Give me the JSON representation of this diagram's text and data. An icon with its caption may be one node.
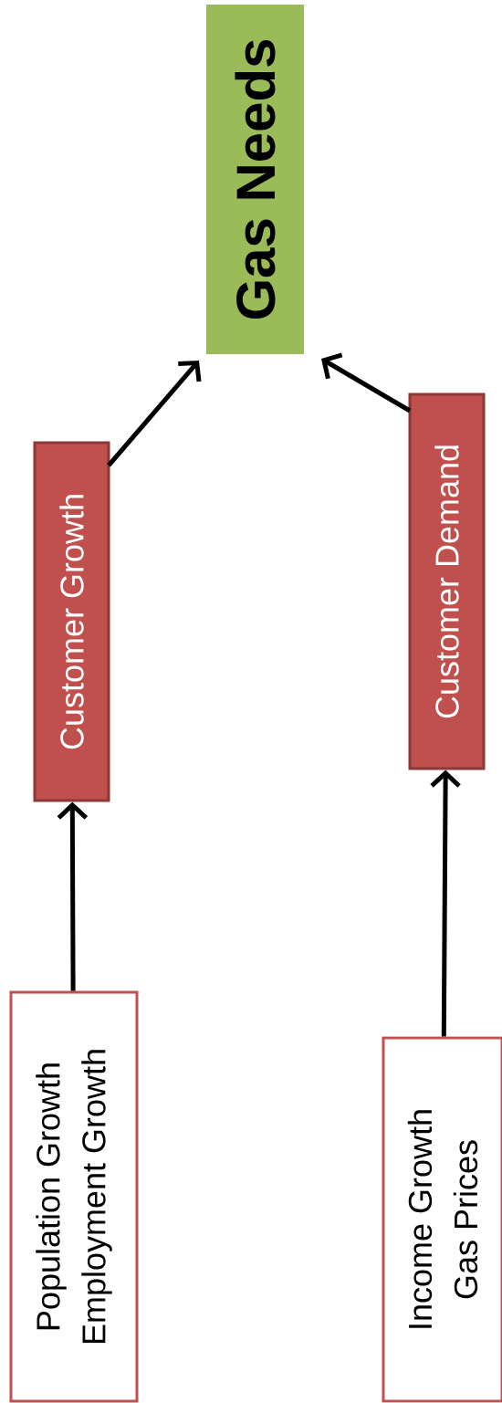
{
  "diagram": {
    "nodes": [
      {
        "text": [
          "Gas Needs"
        ]
      },
      {
        "text": [
          "Customer Growth"
        ]
      },
      {
        "text": [
          "Customer Demand"
        ]
      },
      {
        "text": [
          "Population Growth",
          "Employment Growth"
        ]
      },
      {
        "text": [
          "Income Growth",
          "Gas Prices"
        ]
      }
    ],
    "edges": [
      {
        "from": 1,
        "to": 0,
        "arrow": "to"
      },
      {
        "from": 2,
        "to": 0,
        "arrow": "to"
      },
      {
        "from": 3,
        "to": 1,
        "arrow": "to"
      },
      {
        "from": 4,
        "to": 2,
        "arrow": "to"
      }
    ]
  }
}
